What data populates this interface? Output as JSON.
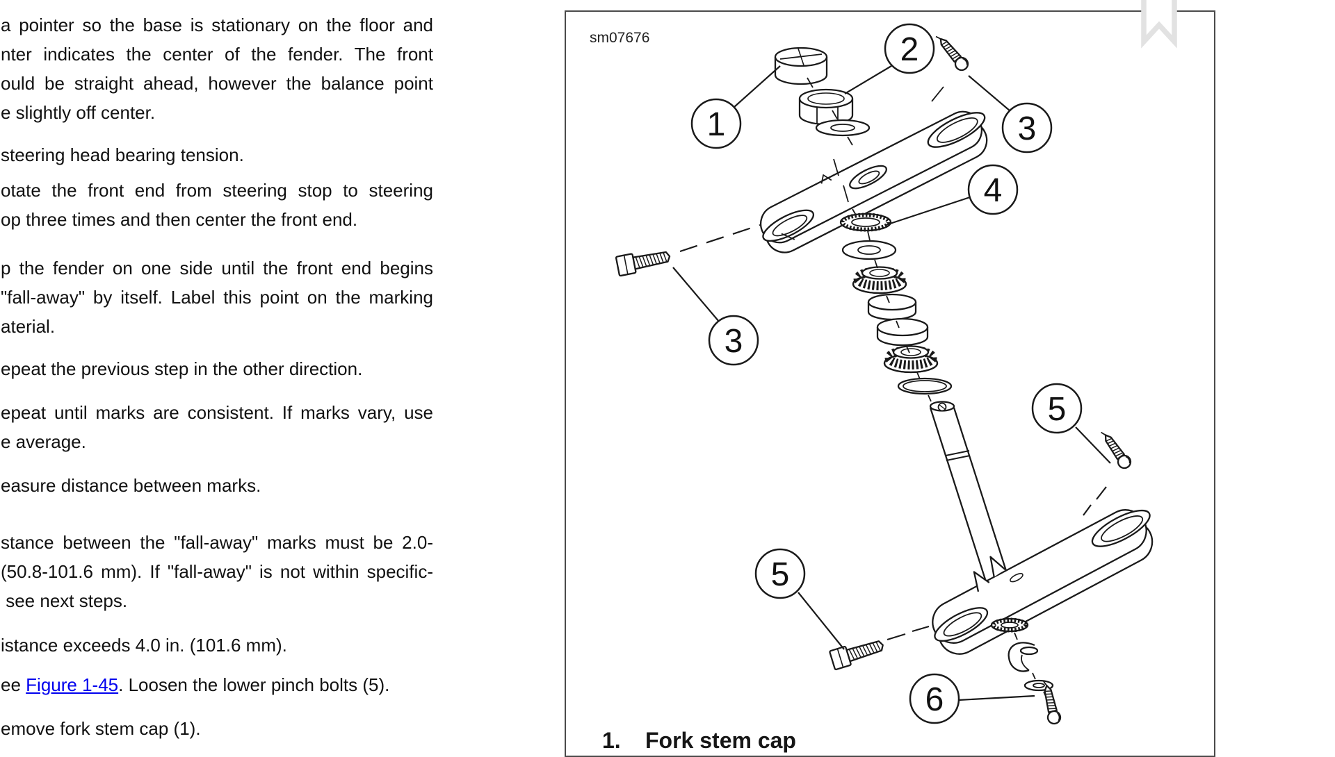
{
  "document": {
    "background": "#ffffff",
    "text_color": "#111111",
    "link_color": "#0000ee"
  },
  "text_column": {
    "paragraphs": [
      {
        "lines": [
          [
            {
              "t": "a pointer so the base is stationary on the floor and"
            }
          ],
          [
            {
              "t": "nter indicates the center of the fender. The front"
            }
          ],
          [
            {
              "t": "ould be straight ahead, however the balance point"
            }
          ],
          [
            {
              "t": "e slightly off center."
            }
          ]
        ]
      },
      {
        "lines": [
          [
            {
              "t": "steering head bearing tension."
            }
          ]
        ]
      },
      {
        "lines": [
          [
            {
              "t": "otate the front end from steering stop to steering"
            }
          ],
          [
            {
              "t": "op three times and then center the front end."
            }
          ]
        ]
      },
      {
        "lines": [
          [
            {
              "t": "p the fender on one side until the front end begins"
            }
          ],
          [
            {
              "t": "\"fall-away\" by itself. Label this point on the marking"
            }
          ],
          [
            {
              "t": "aterial."
            }
          ]
        ]
      },
      {
        "lines": [
          [
            {
              "t": "epeat the previous step in the other direction."
            }
          ]
        ]
      },
      {
        "lines": [
          [
            {
              "t": "epeat until marks are consistent. If marks vary, use"
            }
          ],
          [
            {
              "t": "e average."
            }
          ]
        ]
      },
      {
        "lines": [
          [
            {
              "t": "easure distance between marks."
            }
          ]
        ]
      },
      {
        "lines": [
          [
            {
              "t": "stance between the \"fall-away\" marks must be 2.0-"
            }
          ],
          [
            {
              "t": "(50.8-101.6 mm). If \"fall-away\" is not within specific-"
            }
          ],
          [
            {
              "t": " see next steps."
            }
          ]
        ]
      },
      {
        "lines": [
          [
            {
              "t": "istance exceeds 4.0 in. (101.6 mm)."
            }
          ]
        ]
      },
      {
        "lines": [
          [
            {
              "t": "ee "
            },
            {
              "t": "Figure 1-45",
              "link": true
            },
            {
              "t": ". Loosen the lower pinch bolts (5)."
            }
          ]
        ]
      },
      {
        "lines": [
          [
            {
              "t": "emove fork stem cap (1)."
            }
          ]
        ]
      }
    ]
  },
  "figure": {
    "image_label": "sm07676",
    "caption_number": "1.",
    "caption_text": "Fork stem cap",
    "callouts": [
      {
        "label": "1"
      },
      {
        "label": "2"
      },
      {
        "label": "3"
      },
      {
        "label": "3"
      },
      {
        "label": "4"
      },
      {
        "label": "5"
      },
      {
        "label": "5"
      },
      {
        "label": "6"
      }
    ],
    "bookmark_icon_color": "#e2e2e2"
  }
}
